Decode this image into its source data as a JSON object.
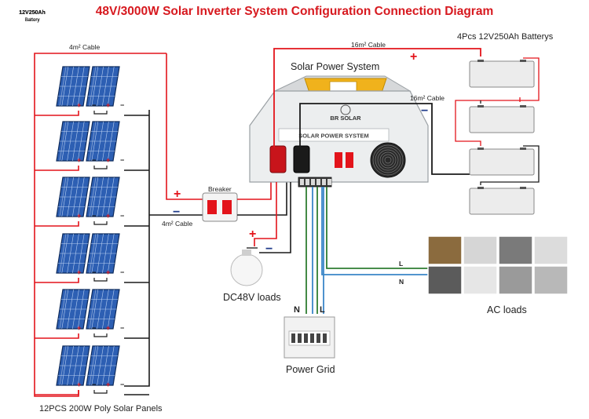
{
  "title": "48V/3000W Solar Inverter System Configuration Connection Diagram",
  "labels": {
    "panel_cable": "4m² Cable",
    "breaker_cable": "4m² Cable",
    "battery_cable_pos": "16m² Cable",
    "battery_cable_neg": "16m² Cable",
    "batteries": "4Pcs 12V250Ah Batterys",
    "system": "Solar Power System",
    "breaker": "Breaker",
    "dc_loads": "DC48V loads",
    "ac_loads": "AC loads",
    "grid": "Power Grid",
    "panels": "12PCS  200W Poly Solar Panels",
    "line": "L",
    "neutral": "N",
    "plus": "+",
    "minus": "−"
  },
  "inverter": {
    "brand": "BR SOLAR",
    "panel_text": "SOLAR POWER SYSTEM"
  },
  "battery": {
    "rating": "12V250Ah",
    "name": "Battery",
    "count": 4
  },
  "panels": {
    "rows": 6,
    "per_row": 2
  },
  "colors": {
    "positive": "#e3141b",
    "negative": "#1a1a1a",
    "line": "#2f7d32",
    "neutral": "#3a86c8",
    "title": "#d7191f",
    "inverter_body": "#eceeef",
    "inverter_top": "#f0b21c",
    "panel_cell": "#2d5fb3"
  }
}
